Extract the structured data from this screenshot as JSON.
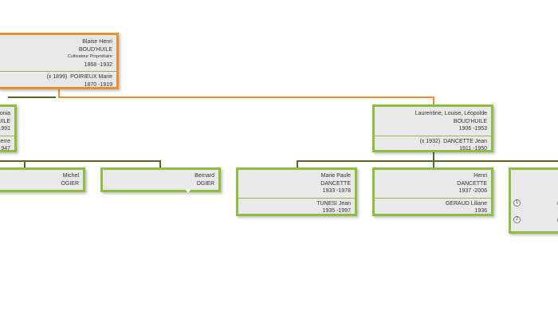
{
  "colors": {
    "green": "#8dbf3f",
    "dark_green": "#4e6b2a",
    "orange": "#e8902b",
    "card_bg": "#e9e9e9"
  },
  "root": {
    "name_line1": "Blaise Henri",
    "name_line2": "BOUD'HUILE",
    "occupation": "Cultivateur Propriétaire",
    "dates": "1868  -1932",
    "spouse_marriage": "(x 1899)",
    "spouse_name": "POIRIEUX  Marie",
    "spouse_dates": "1870  -1919"
  },
  "left_child": {
    "line1": "tonia",
    "line2": "UILE",
    "line3": "1991",
    "line4": "ierre",
    "line5": "947"
  },
  "laurentine": {
    "name_line1": "Laurentine, Louise, Léopolde",
    "name_line2": "BOUD'HUILE",
    "dates": "1906  -1953",
    "spouse_marriage": "(x 1932)",
    "spouse_name": "DANCETTE  Jean",
    "spouse_dates": "1911  -1950"
  },
  "grandchildren": {
    "michel": {
      "line1": "Michel",
      "line2": "OGIER"
    },
    "bernard": {
      "line1": "Bernard",
      "line2": "OGIER"
    },
    "marie_paule": {
      "name_line1": "Marie Paule",
      "name_line2": "DANCETTE",
      "dates": "1933  -1978",
      "spouse_name": "TUNESI  Jean",
      "spouse_dates": "1935  -1997"
    },
    "henri": {
      "name_line1": "Henri",
      "name_line2": "DANCETTE",
      "dates": "1937  -2006",
      "spouse_name": "GERAUD  Liliane",
      "spouse_dates": "1936"
    },
    "partial": {
      "marker1": "1",
      "marker2": "2",
      "fragment1": "(x",
      "fragment2": "("
    }
  }
}
